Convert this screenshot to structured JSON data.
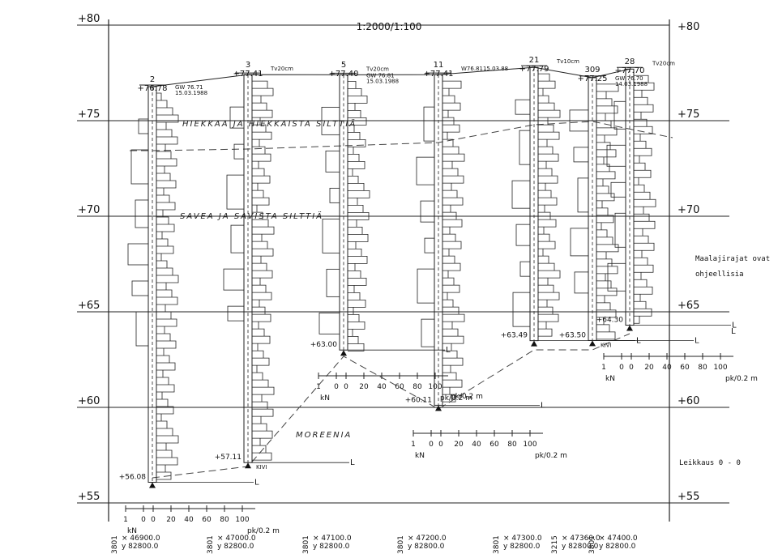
{
  "title": "1:2000/1:100",
  "elev_labels": [
    "+80",
    "+75",
    "+70",
    "+65",
    "+60",
    "+55"
  ],
  "note": [
    "Maalajirajat ovat",
    "ohjeellisia"
  ],
  "section_label": "Leikkaus 0 - 0",
  "layer_labels": {
    "sand": "HIEKKAA JA HIEKKAISTA SILTTIÄ",
    "clay": "SAVEA JA SAVISTA SILTTIÄ",
    "moraine": "MOREENIA"
  },
  "holes": [
    {
      "id": "2",
      "top": "+76.78",
      "bottom": "+56.08",
      "gw": "GW 76.71",
      "gw_date": "15.03.1988",
      "extra": "",
      "coord_x": "× 46900.0",
      "coord_y": "y 82800.0",
      "code": "3801"
    },
    {
      "id": "3",
      "top": "+77.41",
      "bottom": "+57.11",
      "gw": "",
      "gw_date": "",
      "extra": "Tv20cm",
      "coord_x": "× 47000.0",
      "coord_y": "y 82800.0",
      "code": "3801",
      "stop": "KIVI"
    },
    {
      "id": "5",
      "top": "+77.40",
      "bottom": "+63.00",
      "gw": "GW 76.81",
      "gw_date": "15.03.1988",
      "extra": "Tv20cm",
      "coord_x": "× 47100.0",
      "coord_y": "y 82800.0",
      "code": "3801"
    },
    {
      "id": "11",
      "top": "+77.41",
      "bottom": "+60.11",
      "gw": "",
      "gw_date": "",
      "extra": "W76.8115.03.88",
      "coord_x": "× 47200.0",
      "coord_y": "y 82800.0",
      "code": "3801"
    },
    {
      "id": "21",
      "top": "+77.79",
      "bottom": "+63.49",
      "gw": "",
      "gw_date": "",
      "extra": "Tv10cm",
      "coord_x": "× 47300.0",
      "coord_y": "y 82800.0",
      "code": "3801"
    },
    {
      "id": "309",
      "top": "+77.25",
      "bottom": "+63.50",
      "gw": "GW 76.70",
      "gw_date": "14.03.1988",
      "extra": "",
      "coord_x": "× 47360.0",
      "coord_y": "y 82800.0",
      "code": "3215",
      "stop": "KIVI"
    },
    {
      "id": "28",
      "top": "+77.70",
      "bottom": "+64.30",
      "gw": "",
      "gw_date": "",
      "extra": "Tv20cm",
      "coord_x": "× 47400.0",
      "coord_y": "y 82800.0",
      "code": "3801"
    }
  ],
  "scale_kn": [
    "1",
    "0"
  ],
  "scale_pk": [
    "0",
    "20",
    "40",
    "60",
    "80",
    "100"
  ],
  "scale_units": {
    "kn": "kN",
    "pk": "pk/0.2 m"
  },
  "markers": {
    "l": "L",
    "pk": "pk/0.2 m"
  }
}
